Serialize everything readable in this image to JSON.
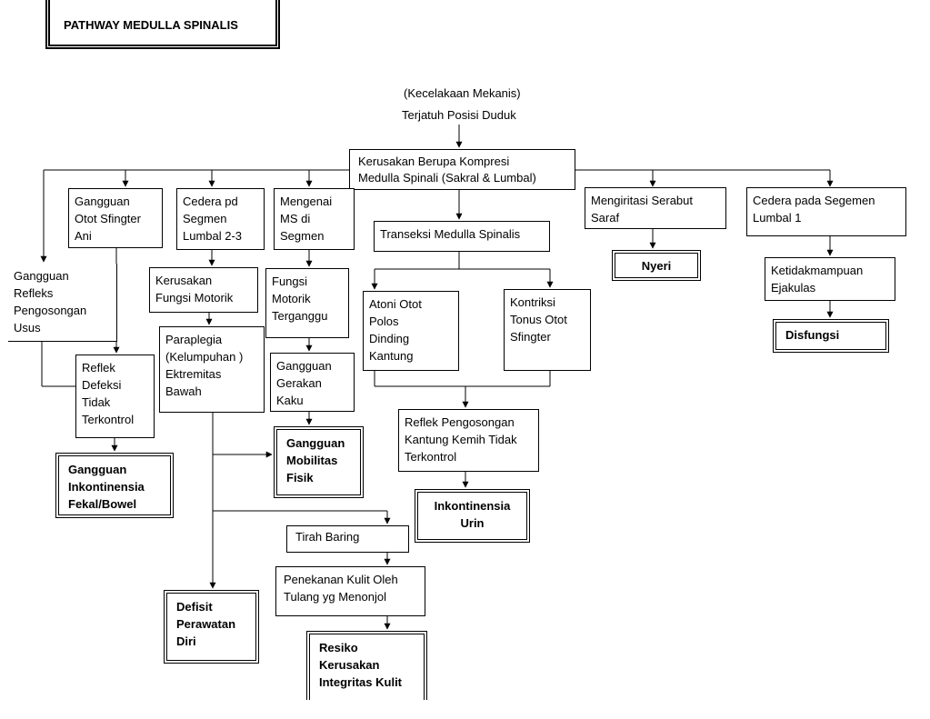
{
  "title": "PATHWAY MEDULLA SPINALIS",
  "nodes": {
    "cause_1": "(Kecelakaan Mekanis)",
    "cause_2": "Terjatuh Posisi Duduk",
    "main": "Kerusakan Berupa Kompresi\nMedulla Spinali  (Sakral &  Lumbal)",
    "otot_sfingter": "Gangguan\nOtot Sfingter\nAni",
    "cedera_lumbal23": "Cedera pd\nSegmen\nLumbal 2-3",
    "mengenai_ms": "Mengenai\nMS di\nSegmen",
    "refleks_usus": "Gangguan\nRefleks\nPengosongan\nUsus",
    "kerusakan_motorik": "Kerusakan\nFungsi Motorik",
    "fungsi_motorik": "Fungsi\nMotorik\nTerganggu",
    "paraplegia": "Paraplegia\n(Kelumpuhan )\nEktremitas\nBawah",
    "gerakan_kaku": "Gangguan\nGerakan\nKaku",
    "refleks_defeksi": "Reflek\nDefeksi\nTidak\nTerkontrol",
    "transeksi": "Transeksi Medulla Spinalis",
    "atoni": "Atoni Otot\nPolos\nDinding\nKantung",
    "kontriksi": "Kontriksi\nTonus Otot\nSfingter",
    "refleks_kemih": "Reflek Pengosongan\nKantung Kemih Tidak\nTerkontrol",
    "serabut_saraf": "Mengiritasi Serabut\nSaraf",
    "cedera_lumbal1": "Cedera pada Segemen\nLumbal 1",
    "ejakulasi": "Ketidakmampuan\nEjakulas",
    "tirah_baring": "Tirah Baring",
    "penekanan": "Penekanan Kulit Oleh\nTulang yg Menonjol"
  },
  "diagnoses": {
    "fekal": "Gangguan\nInkontinensia\nFekal/Bowel",
    "mobilitas": "Gangguan\nMobilitas\nFisik",
    "urin": "Inkontinensia\nUrin",
    "nyeri": "Nyeri",
    "disfungsi": "Disfungsi",
    "perawatan": "Defisit\nPerawatan\nDiri",
    "kulit": "Resiko\nKerusakan\nIntegritas Kulit"
  }
}
